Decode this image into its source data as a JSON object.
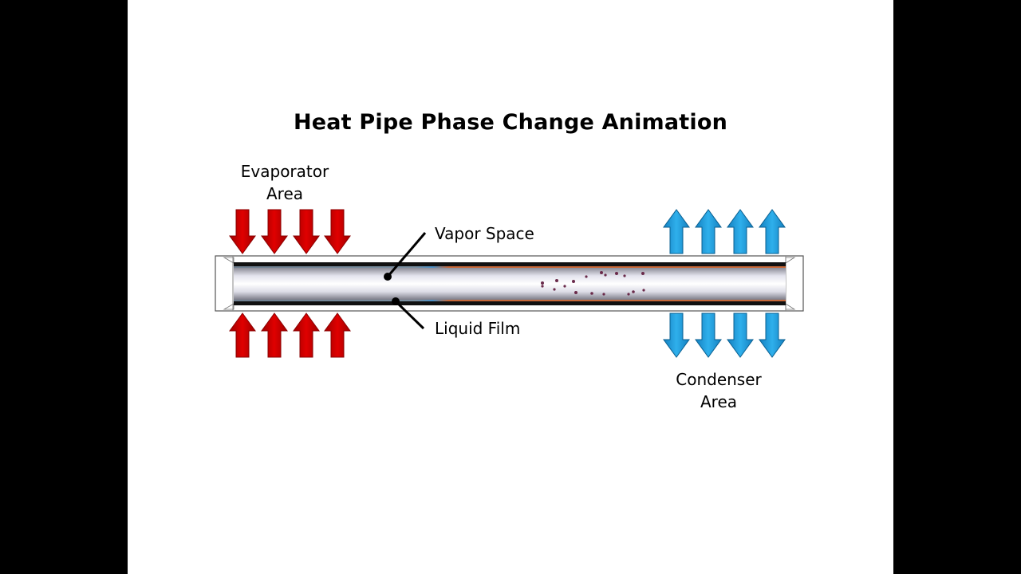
{
  "title": "Heat Pipe Phase Change Animation",
  "labels": {
    "evaporator_line1": "Evaporator",
    "evaporator_line2": "Area",
    "vapor_space": "Vapor Space",
    "liquid_film": "Liquid Film",
    "condenser_line1": "Condenser",
    "condenser_line2": "Area"
  },
  "colors": {
    "background": "#000000",
    "slide": "#ffffff",
    "heat_in_arrow": "#d40000",
    "heat_out_arrow": "#1a9ad6",
    "wick_warm": "#c8693a",
    "pipe_wall": "#111111",
    "vapor_particle": "#6a2a4a"
  },
  "icons": {
    "heat_in": "arrow-red-icon",
    "heat_out": "arrow-blue-icon",
    "pointer": "leader-dot-icon"
  }
}
